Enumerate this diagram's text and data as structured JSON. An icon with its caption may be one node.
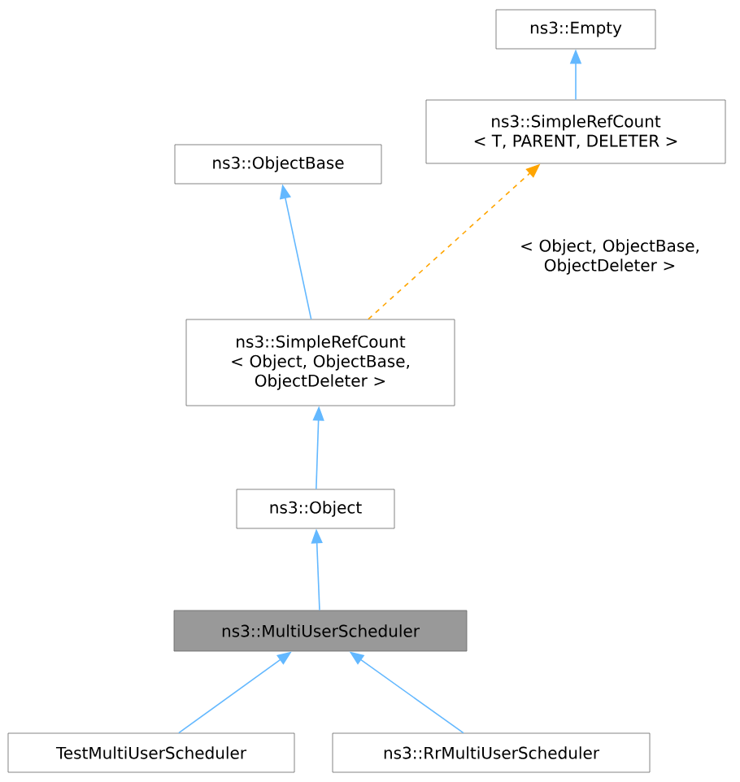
{
  "diagram": {
    "nodes": [
      {
        "text": [
          "ns3::Empty"
        ]
      },
      {
        "text": [
          "ns3::SimpleRefCount",
          "< T, PARENT, DELETER >"
        ]
      },
      {
        "text": [
          "ns3::ObjectBase"
        ]
      },
      {
        "text": [
          "ns3::SimpleRefCount",
          "< Object, ObjectBase, ObjectDeleter >"
        ]
      },
      {
        "text": [
          "ns3::Object"
        ]
      },
      {
        "text": [
          "ns3::MultiUserScheduler"
        ]
      },
      {
        "text": [
          "TestMultiUserScheduler"
        ]
      },
      {
        "text": [
          "ns3::RrMultiUserScheduler"
        ]
      }
    ],
    "edges": [
      {
        "from": 1,
        "to": 0,
        "arrow": "to"
      },
      {
        "from": 3,
        "to": 2,
        "arrow": "to"
      },
      {
        "from": 3,
        "to": 1,
        "arrow": "to",
        "label": "< Object, ObjectBase, ObjectDeleter >",
        "style": "dashed",
        "color": "#ffa500"
      },
      {
        "from": 4,
        "to": 3,
        "arrow": "to"
      },
      {
        "from": 5,
        "to": 4,
        "arrow": "to"
      },
      {
        "from": 6,
        "to": 5,
        "arrow": "to"
      },
      {
        "from": 7,
        "to": 5,
        "arrow": "to"
      }
    ]
  }
}
